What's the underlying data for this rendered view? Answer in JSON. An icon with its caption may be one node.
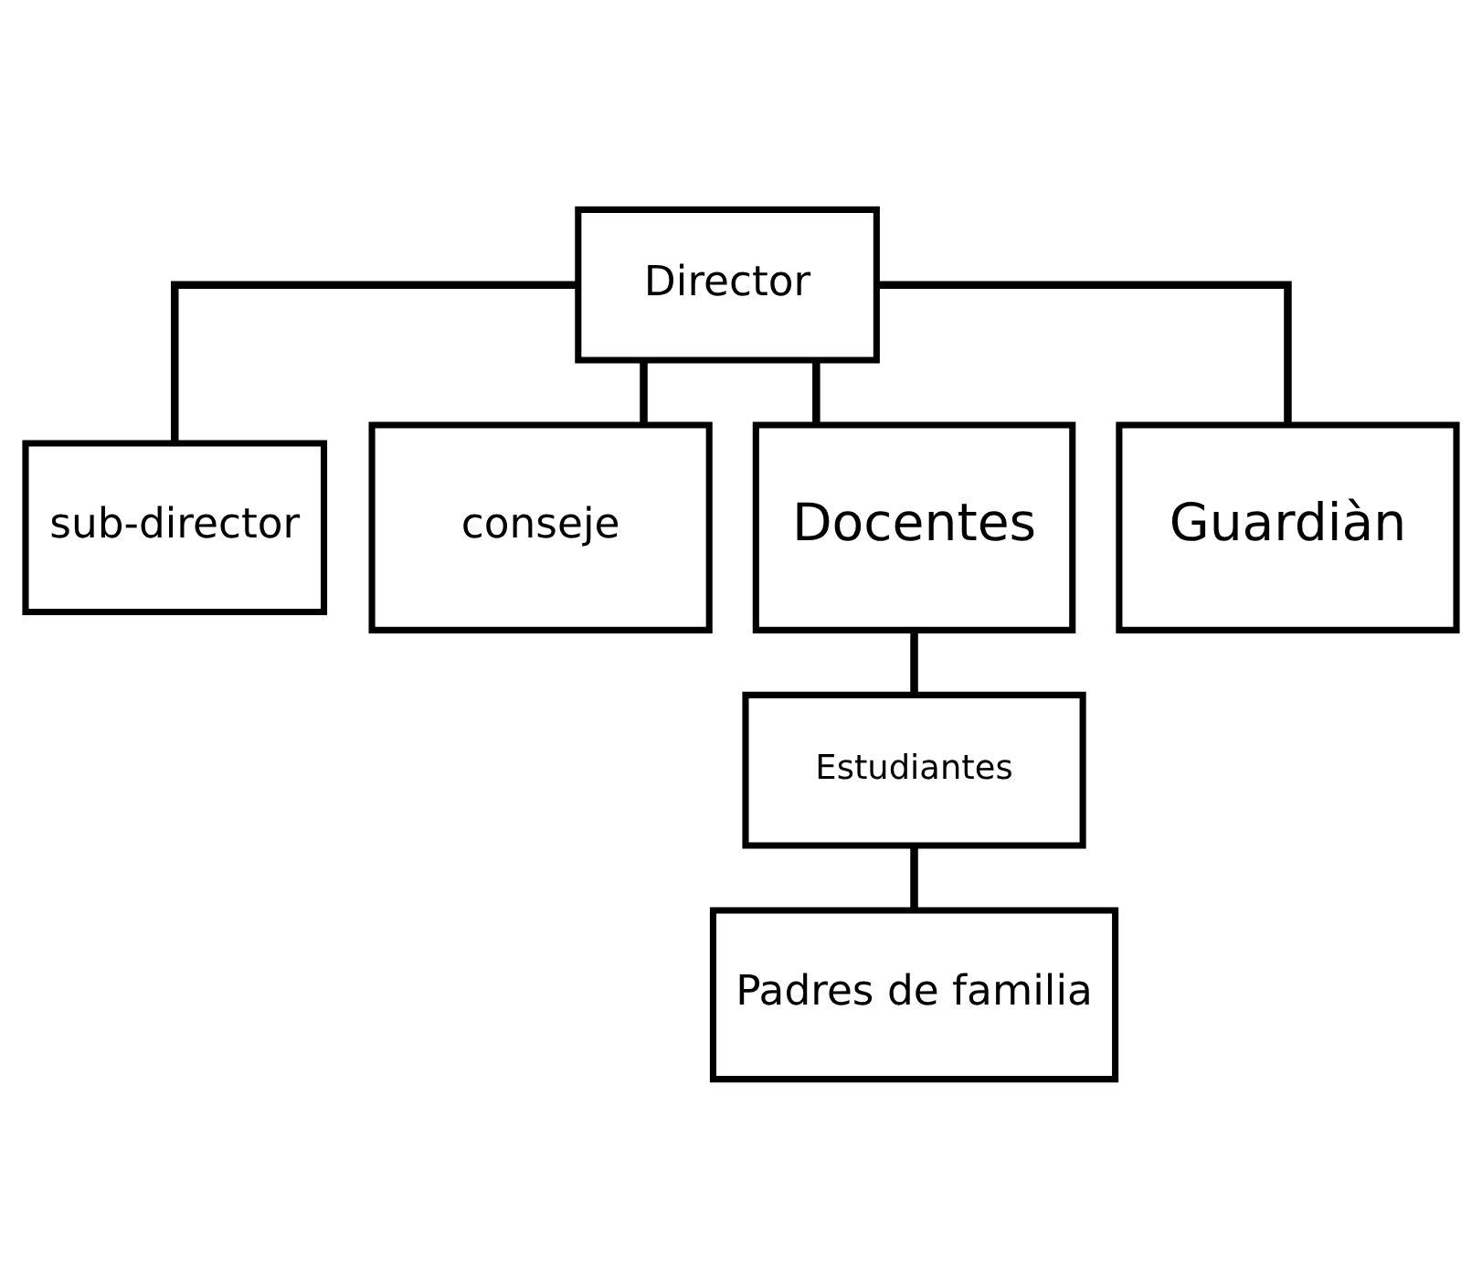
{
  "diagram": {
    "nodes": [
      {
        "text": [
          "Director"
        ]
      },
      {
        "text": [
          "sub-director"
        ]
      },
      {
        "text": [
          "conseje"
        ]
      },
      {
        "text": [
          "Docentes"
        ]
      },
      {
        "text": [
          "Guardiàn"
        ]
      },
      {
        "text": [
          "Estudiantes"
        ]
      },
      {
        "text": [
          "Padres de familia"
        ]
      }
    ],
    "edges": [
      {
        "from": 0,
        "to": 1,
        "arrow": "none"
      },
      {
        "from": 0,
        "to": 2,
        "arrow": "none"
      },
      {
        "from": 0,
        "to": 3,
        "arrow": "none"
      },
      {
        "from": 0,
        "to": 4,
        "arrow": "none"
      },
      {
        "from": 3,
        "to": 5,
        "arrow": "none"
      },
      {
        "from": 5,
        "to": 6,
        "arrow": "none"
      }
    ]
  }
}
